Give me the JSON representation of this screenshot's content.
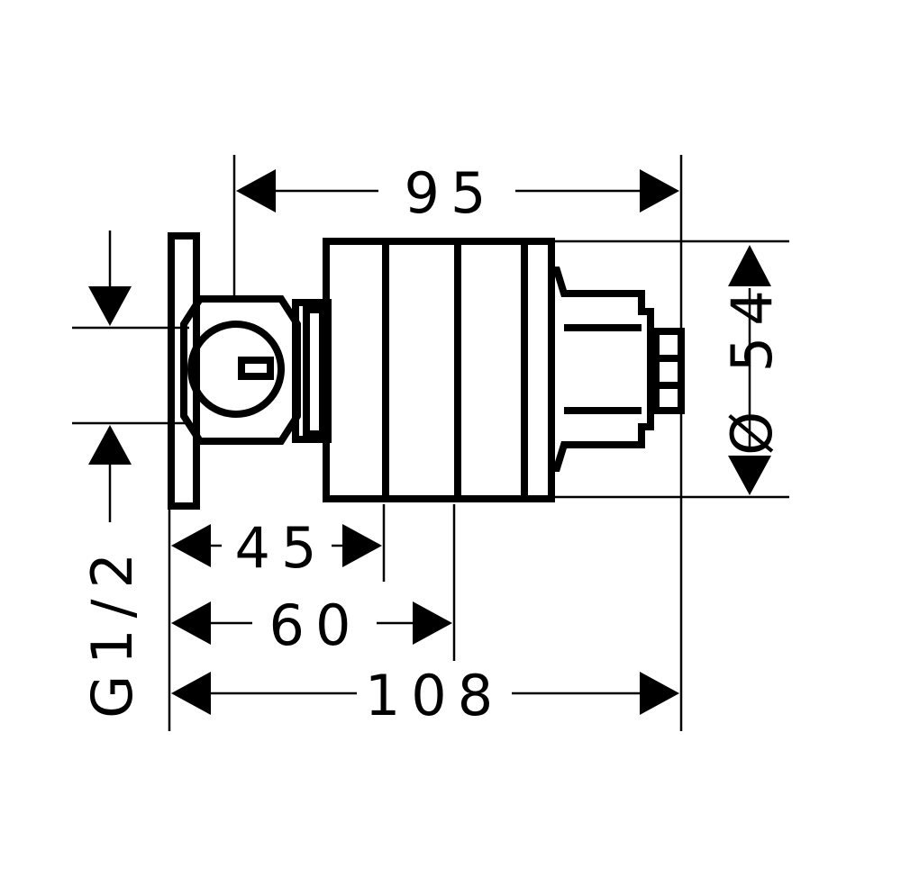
{
  "dimensions": {
    "top_length": "95",
    "diameter": "Ø 54",
    "left_connection": "G1/2",
    "length_45": "45",
    "length_60": "60",
    "total_length": "108"
  }
}
